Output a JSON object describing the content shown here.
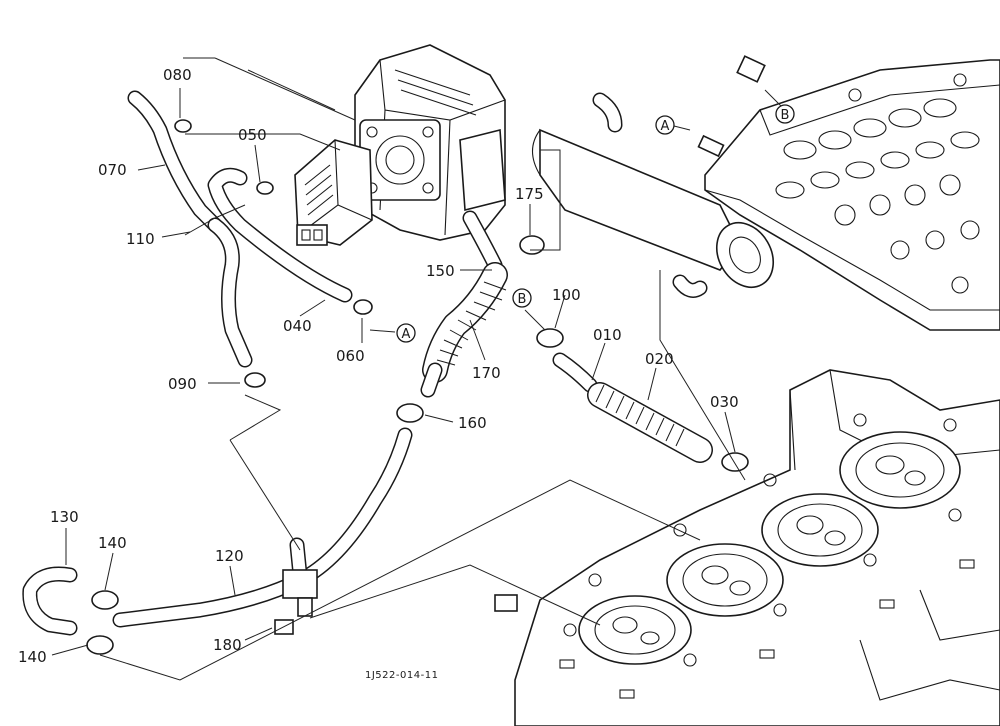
{
  "diagram_code": "1J522-014-11",
  "callouts": [
    {
      "id": "080",
      "text": "080"
    },
    {
      "id": "050",
      "text": "050"
    },
    {
      "id": "070",
      "text": "070"
    },
    {
      "id": "110",
      "text": "110"
    },
    {
      "id": "040",
      "text": "040"
    },
    {
      "id": "060",
      "text": "060"
    },
    {
      "id": "090",
      "text": "090"
    },
    {
      "id": "175",
      "text": "175"
    },
    {
      "id": "150",
      "text": "150"
    },
    {
      "id": "100",
      "text": "100"
    },
    {
      "id": "010",
      "text": "010"
    },
    {
      "id": "020",
      "text": "020"
    },
    {
      "id": "170",
      "text": "170"
    },
    {
      "id": "030",
      "text": "030"
    },
    {
      "id": "160",
      "text": "160"
    },
    {
      "id": "130",
      "text": "130"
    },
    {
      "id": "140a",
      "text": "140"
    },
    {
      "id": "120",
      "text": "120"
    },
    {
      "id": "140b",
      "text": "140"
    },
    {
      "id": "180",
      "text": "180"
    }
  ],
  "references": [
    {
      "id": "A1",
      "text": "A"
    },
    {
      "id": "A2",
      "text": "A"
    },
    {
      "id": "B1",
      "text": "B"
    },
    {
      "id": "B2",
      "text": "B"
    }
  ]
}
